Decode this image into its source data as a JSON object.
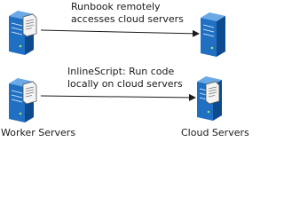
{
  "connections": [
    {
      "label_line_1": "Runbook remotely",
      "label_line_2": "accesses cloud servers"
    },
    {
      "label_line_1": "InlineScript:  Run code",
      "label_line_2": "locally on cloud servers"
    }
  ],
  "captions": {
    "left": "Worker Servers",
    "right": "Cloud Servers"
  },
  "colors": {
    "server_front": "#1f6fc2",
    "server_side": "#0d4a8e",
    "server_top": "#6aa9e6",
    "document": "#f4f4f4",
    "arrow": "#1a1a1a"
  },
  "icons": {
    "worker": "server-with-script-icon",
    "cloud": "server-icon"
  }
}
